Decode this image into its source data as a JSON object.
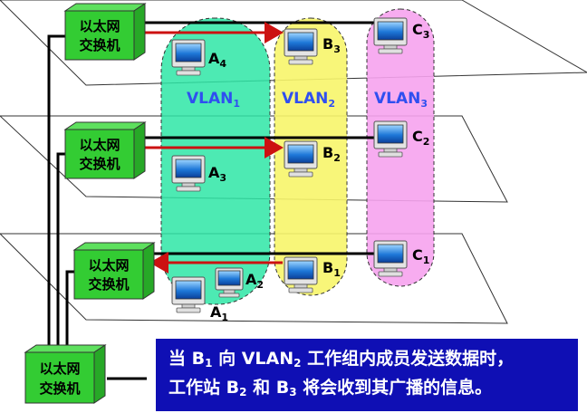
{
  "switch_label": {
    "line1": "以太网",
    "line2": "交换机"
  },
  "vlans": [
    {
      "label": "VLAN",
      "sub": "1",
      "color": "#2ee6a6",
      "text_color": "#2f4ff0"
    },
    {
      "label": "VLAN",
      "sub": "2",
      "color": "#f7f56a",
      "text_color": "#2f4ff0"
    },
    {
      "label": "VLAN",
      "sub": "3",
      "color": "#f6a3ee",
      "text_color": "#2f4ff0"
    }
  ],
  "hosts": {
    "A4": {
      "name": "A",
      "sub": "4"
    },
    "A3": {
      "name": "A",
      "sub": "3"
    },
    "A2": {
      "name": "A",
      "sub": "2"
    },
    "A1": {
      "name": "A",
      "sub": "1"
    },
    "B3": {
      "name": "B",
      "sub": "3"
    },
    "B2": {
      "name": "B",
      "sub": "2"
    },
    "B1": {
      "name": "B",
      "sub": "1"
    },
    "C3": {
      "name": "C",
      "sub": "3"
    },
    "C2": {
      "name": "C",
      "sub": "2"
    },
    "C1": {
      "name": "C",
      "sub": "1"
    }
  },
  "caption": {
    "l1_a": "当 B",
    "l1_s1": "1",
    "l1_b": " 向 VLAN",
    "l1_s2": "2",
    "l1_c": " 工作组内成员发送数据时，",
    "l2_a": "工作站 B",
    "l2_s1": "2",
    "l2_b": " 和 B",
    "l2_s2": "3",
    "l2_c": " 将会收到其广播的信息。"
  },
  "colors": {
    "switch_green": "#33cc33",
    "arrow_red": "#cc1111",
    "caption_bg": "#0f0fb4",
    "floor": "#ffffff"
  }
}
